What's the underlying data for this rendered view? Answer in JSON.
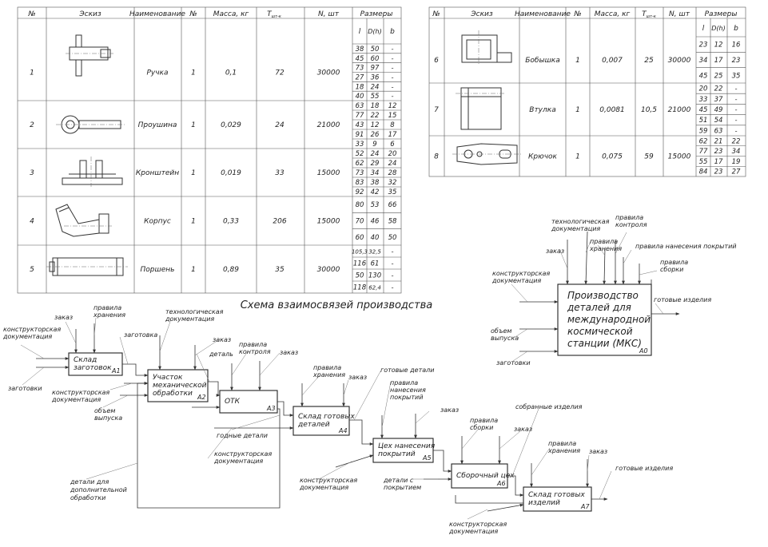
{
  "tables": [
    {
      "headers": [
        "№",
        "Эскиз",
        "Наименование",
        "№",
        "Масса, кг",
        "Тшт-к",
        "N, шт",
        "Размеры"
      ],
      "t_main": "T",
      "t_sub": "шт-к",
      "dim_headers": [
        "l",
        "D(h)",
        "b"
      ],
      "rows": [
        {
          "num": "1",
          "name": "Ручка",
          "no": "1",
          "mass": "0,1",
          "t": "72",
          "n": "30000",
          "dims": [
            [
              "38",
              "50",
              "-"
            ],
            [
              "45",
              "60",
              "-"
            ],
            [
              "73",
              "97",
              "-"
            ],
            [
              "27",
              "36",
              "-"
            ],
            [
              "18",
              "24",
              "-"
            ],
            [
              "40",
              "55",
              "-"
            ]
          ]
        },
        {
          "num": "2",
          "name": "Проушина",
          "no": "1",
          "mass": "0,029",
          "t": "24",
          "n": "21000",
          "dims": [
            [
              "63",
              "18",
              "12"
            ],
            [
              "77",
              "22",
              "15"
            ],
            [
              "43",
              "12",
              "8"
            ],
            [
              "91",
              "26",
              "17"
            ],
            [
              "33",
              "9",
              "6"
            ]
          ]
        },
        {
          "num": "3",
          "name": "Кронштейн",
          "no": "1",
          "mass": "0,019",
          "t": "33",
          "n": "15000",
          "dims": [
            [
              "52",
              "24",
              "20"
            ],
            [
              "62",
              "29",
              "24"
            ],
            [
              "73",
              "34",
              "28"
            ],
            [
              "83",
              "38",
              "32"
            ],
            [
              "92",
              "42",
              "35"
            ]
          ]
        },
        {
          "num": "4",
          "name": "Корпус",
          "no": "1",
          "mass": "0,33",
          "t": "206",
          "n": "15000",
          "dims": [
            [
              "80",
              "53",
              "66"
            ],
            [
              "70",
              "46",
              "58"
            ],
            [
              "60",
              "40",
              "50"
            ]
          ]
        },
        {
          "num": "5",
          "name": "Поршень",
          "no": "1",
          "mass": "0,89",
          "t": "35",
          "n": "30000",
          "dims": [
            [
              "105,3",
              "32,5",
              "-"
            ],
            [
              "116",
              "61",
              "-"
            ],
            [
              "50",
              "130",
              "-"
            ],
            [
              "118",
              "62,4",
              "-"
            ]
          ]
        }
      ]
    },
    {
      "headers": [
        "№",
        "Эскиз",
        "Наименование",
        "№",
        "Масса, кг",
        "Тшт-к",
        "N, шт",
        "Размеры"
      ],
      "t_main": "T",
      "t_sub": "шт-к",
      "dim_headers": [
        "l",
        "D(h)",
        "b"
      ],
      "rows": [
        {
          "num": "6",
          "name": "Бобышка",
          "no": "1",
          "mass": "0,007",
          "t": "25",
          "n": "30000",
          "dims": [
            [
              "23",
              "12",
              "16"
            ],
            [
              "34",
              "17",
              "23"
            ],
            [
              "45",
              "25",
              "35"
            ]
          ]
        },
        {
          "num": "7",
          "name": "Втулка",
          "no": "1",
          "mass": "0,0081",
          "t": "10,5",
          "n": "21000",
          "dims": [
            [
              "20",
              "22",
              "-"
            ],
            [
              "33",
              "37",
              "-"
            ],
            [
              "45",
              "49",
              "-"
            ],
            [
              "51",
              "54",
              "-"
            ],
            [
              "59",
              "63",
              "-"
            ]
          ]
        },
        {
          "num": "8",
          "name": "Крючок",
          "no": "1",
          "mass": "0,075",
          "t": "59",
          "n": "15000",
          "dims": [
            [
              "62",
              "21",
              "22"
            ],
            [
              "77",
              "23",
              "34"
            ],
            [
              "55",
              "17",
              "19"
            ],
            [
              "84",
              "23",
              "27"
            ]
          ]
        }
      ]
    }
  ],
  "diagram_title": "Схема взаимосвязей производства",
  "context": {
    "box_lines": [
      "Производство",
      "деталей для",
      "международной",
      "космической",
      "станции (МКС)"
    ],
    "code": "А0",
    "labels": {
      "tech_doc": "технологическая\nдокументация",
      "control_rules": "правила\nконтроля",
      "order": "заказ",
      "storage_rules": "правила\nхранения",
      "coating_rules": "правила нанесения покрытий",
      "assembly_rules": "правила\nсборки",
      "design_doc": "конструкторская\nдокументация",
      "volume": "объем\nвыпуска",
      "blanks": "заготовки",
      "output": "готовые изделия"
    }
  },
  "blocks": [
    {
      "id": "a1",
      "lines": [
        "Склад",
        "заготовок"
      ],
      "code": "А1"
    },
    {
      "id": "a2",
      "lines": [
        "Участок",
        "механической",
        "обработки"
      ],
      "code": "А2"
    },
    {
      "id": "a3",
      "lines": [
        "ОТК"
      ],
      "code": "А3"
    },
    {
      "id": "a4",
      "lines": [
        "Склад готовых",
        "деталей"
      ],
      "code": "А4"
    },
    {
      "id": "a5",
      "lines": [
        "Цех нанесения",
        "покрытий"
      ],
      "code": "А5"
    },
    {
      "id": "a6",
      "lines": [
        "Сборочный цех"
      ],
      "code": "А6"
    },
    {
      "id": "a7",
      "lines": [
        "Склад готовых",
        "изделий"
      ],
      "code": "А7"
    }
  ],
  "labels": {
    "a1_order": "заказ",
    "a1_storage": "правила\nхранения",
    "a1_design": "конструкторская\nдокументация",
    "a1_blanks_in": "заготовки",
    "a1_out": "заготовка",
    "a2_tech": "технологическая\nдокументация",
    "a2_design": "конструкторская\nдокументация",
    "a2_volume": "объем\nвыпуска",
    "a3_order": "заказ",
    "a3_detail": "деталь",
    "a3_control": "правила\nконтроля",
    "a3_order2": "заказ",
    "a3_good": "годные детали",
    "a3_design": "конструкторская\nдокументация",
    "rework": "детали для\nдополнительной\nобработки",
    "a4_storage": "правила\nхранения",
    "a4_order": "заказ",
    "a4_out": "готовые детали",
    "a5_coating": "правила\nнанесения\nпокрытий",
    "a5_order": "заказ",
    "a5_design": "конструкторская\nдокументация",
    "a6_coated": "детали с\nпокрытием",
    "a6_assembly": "правила\nсборки",
    "a6_order": "заказ",
    "a6_out": "собранные изделия",
    "a7_storage": "правила\nхранения",
    "a7_order": "заказ",
    "a7_out": "готовые изделия",
    "a7_design": "конструкторская\nдокументация"
  }
}
